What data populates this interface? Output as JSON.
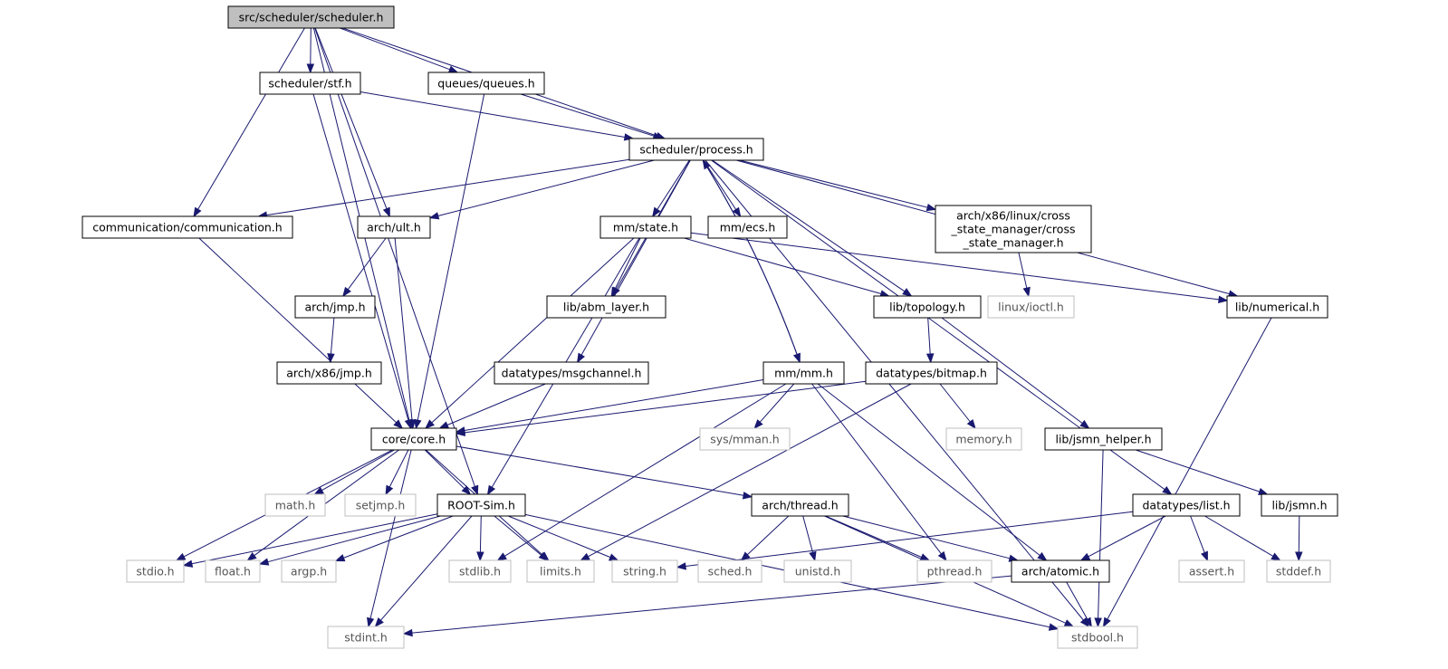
{
  "colors": {
    "root_fill": "#bfbfbf",
    "node_fill": "#ffffff",
    "node_border": "#000000",
    "ext_border": "#bfbfbf",
    "edge": "#191970"
  },
  "nodes": [
    {
      "id": "scheduler",
      "lines": [
        "src/scheduler/scheduler.h"
      ],
      "kind": "root"
    },
    {
      "id": "stf",
      "lines": [
        "scheduler/stf.h"
      ],
      "kind": "normal"
    },
    {
      "id": "queues",
      "lines": [
        "queues/queues.h"
      ],
      "kind": "normal"
    },
    {
      "id": "process",
      "lines": [
        "scheduler/process.h"
      ],
      "kind": "normal"
    },
    {
      "id": "communication",
      "lines": [
        "communication/communication.h"
      ],
      "kind": "normal"
    },
    {
      "id": "ult",
      "lines": [
        "arch/ult.h"
      ],
      "kind": "normal"
    },
    {
      "id": "state",
      "lines": [
        "mm/state.h"
      ],
      "kind": "normal"
    },
    {
      "id": "ecs",
      "lines": [
        "mm/ecs.h"
      ],
      "kind": "normal"
    },
    {
      "id": "csm",
      "lines": [
        "arch/x86/linux/cross",
        "_state_manager/cross",
        "_state_manager.h"
      ],
      "kind": "normal"
    },
    {
      "id": "jmp",
      "lines": [
        "arch/jmp.h"
      ],
      "kind": "normal"
    },
    {
      "id": "abm",
      "lines": [
        "lib/abm_layer.h"
      ],
      "kind": "normal"
    },
    {
      "id": "topology",
      "lines": [
        "lib/topology.h"
      ],
      "kind": "normal"
    },
    {
      "id": "ioctl",
      "lines": [
        "linux/ioctl.h"
      ],
      "kind": "ext"
    },
    {
      "id": "numerical",
      "lines": [
        "lib/numerical.h"
      ],
      "kind": "normal"
    },
    {
      "id": "x86jmp",
      "lines": [
        "arch/x86/jmp.h"
      ],
      "kind": "normal"
    },
    {
      "id": "msgchannel",
      "lines": [
        "datatypes/msgchannel.h"
      ],
      "kind": "normal"
    },
    {
      "id": "mm",
      "lines": [
        "mm/mm.h"
      ],
      "kind": "normal"
    },
    {
      "id": "bitmap",
      "lines": [
        "datatypes/bitmap.h"
      ],
      "kind": "normal"
    },
    {
      "id": "core",
      "lines": [
        "core/core.h"
      ],
      "kind": "normal"
    },
    {
      "id": "sysmman",
      "lines": [
        "sys/mman.h"
      ],
      "kind": "ext"
    },
    {
      "id": "memory",
      "lines": [
        "memory.h"
      ],
      "kind": "ext"
    },
    {
      "id": "jsmnhelper",
      "lines": [
        "lib/jsmn_helper.h"
      ],
      "kind": "normal"
    },
    {
      "id": "math",
      "lines": [
        "math.h"
      ],
      "kind": "ext"
    },
    {
      "id": "setjmp",
      "lines": [
        "setjmp.h"
      ],
      "kind": "ext"
    },
    {
      "id": "rootsim",
      "lines": [
        "ROOT-Sim.h"
      ],
      "kind": "normal"
    },
    {
      "id": "thread",
      "lines": [
        "arch/thread.h"
      ],
      "kind": "normal"
    },
    {
      "id": "list",
      "lines": [
        "datatypes/list.h"
      ],
      "kind": "normal"
    },
    {
      "id": "jsmn",
      "lines": [
        "lib/jsmn.h"
      ],
      "kind": "normal"
    },
    {
      "id": "stdio",
      "lines": [
        "stdio.h"
      ],
      "kind": "ext"
    },
    {
      "id": "float",
      "lines": [
        "float.h"
      ],
      "kind": "ext"
    },
    {
      "id": "argp",
      "lines": [
        "argp.h"
      ],
      "kind": "ext"
    },
    {
      "id": "stdlib",
      "lines": [
        "stdlib.h"
      ],
      "kind": "ext"
    },
    {
      "id": "limits",
      "lines": [
        "limits.h"
      ],
      "kind": "ext"
    },
    {
      "id": "string",
      "lines": [
        "string.h"
      ],
      "kind": "ext"
    },
    {
      "id": "sched",
      "lines": [
        "sched.h"
      ],
      "kind": "ext"
    },
    {
      "id": "unistd",
      "lines": [
        "unistd.h"
      ],
      "kind": "ext"
    },
    {
      "id": "pthread",
      "lines": [
        "pthread.h"
      ],
      "kind": "ext"
    },
    {
      "id": "atomic",
      "lines": [
        "arch/atomic.h"
      ],
      "kind": "normal"
    },
    {
      "id": "assert",
      "lines": [
        "assert.h"
      ],
      "kind": "ext"
    },
    {
      "id": "stddef",
      "lines": [
        "stddef.h"
      ],
      "kind": "ext"
    },
    {
      "id": "stdint",
      "lines": [
        "stdint.h"
      ],
      "kind": "ext"
    },
    {
      "id": "stdbool",
      "lines": [
        "stdbool.h"
      ],
      "kind": "ext"
    }
  ],
  "edges": [
    [
      "scheduler",
      "stf"
    ],
    [
      "scheduler",
      "queues"
    ],
    [
      "scheduler",
      "process"
    ],
    [
      "scheduler",
      "communication"
    ],
    [
      "scheduler",
      "ult"
    ],
    [
      "scheduler",
      "core"
    ],
    [
      "scheduler",
      "rootsim"
    ],
    [
      "stf",
      "process"
    ],
    [
      "stf",
      "core"
    ],
    [
      "queues",
      "process"
    ],
    [
      "queues",
      "core"
    ],
    [
      "process",
      "communication"
    ],
    [
      "process",
      "ult"
    ],
    [
      "process",
      "state"
    ],
    [
      "process",
      "ecs"
    ],
    [
      "process",
      "csm"
    ],
    [
      "process",
      "abm"
    ],
    [
      "process",
      "topology"
    ],
    [
      "process",
      "numerical"
    ],
    [
      "process",
      "msgchannel"
    ],
    [
      "process",
      "mm"
    ],
    [
      "process",
      "list"
    ],
    [
      "process",
      "stdbool"
    ],
    [
      "communication",
      "core"
    ],
    [
      "ult",
      "jmp"
    ],
    [
      "ult",
      "core"
    ],
    [
      "jmp",
      "x86jmp"
    ],
    [
      "state",
      "abm"
    ],
    [
      "state",
      "topology"
    ],
    [
      "state",
      "numerical"
    ],
    [
      "state",
      "core"
    ],
    [
      "state",
      "rootsim"
    ],
    [
      "csm",
      "ioctl"
    ],
    [
      "numerical",
      "stdbool"
    ],
    [
      "topology",
      "bitmap"
    ],
    [
      "topology",
      "jsmnhelper"
    ],
    [
      "msgchannel",
      "core"
    ],
    [
      "mm",
      "process"
    ],
    [
      "mm",
      "core"
    ],
    [
      "mm",
      "sysmman"
    ],
    [
      "mm",
      "stdlib"
    ],
    [
      "mm",
      "pthread"
    ],
    [
      "mm",
      "atomic"
    ],
    [
      "bitmap",
      "core"
    ],
    [
      "bitmap",
      "memory"
    ],
    [
      "bitmap",
      "limits"
    ],
    [
      "jsmnhelper",
      "jsmn"
    ],
    [
      "jsmnhelper",
      "stdbool"
    ],
    [
      "core",
      "math"
    ],
    [
      "core",
      "setjmp"
    ],
    [
      "core",
      "rootsim"
    ],
    [
      "core",
      "thread"
    ],
    [
      "core",
      "stdio"
    ],
    [
      "core",
      "float"
    ],
    [
      "core",
      "limits"
    ],
    [
      "core",
      "stdint"
    ],
    [
      "rootsim",
      "stdio"
    ],
    [
      "rootsim",
      "float"
    ],
    [
      "rootsim",
      "argp"
    ],
    [
      "rootsim",
      "stdlib"
    ],
    [
      "rootsim",
      "limits"
    ],
    [
      "rootsim",
      "string"
    ],
    [
      "rootsim",
      "stdint"
    ],
    [
      "rootsim",
      "stdbool"
    ],
    [
      "thread",
      "sched"
    ],
    [
      "thread",
      "unistd"
    ],
    [
      "thread",
      "pthread"
    ],
    [
      "thread",
      "atomic"
    ],
    [
      "thread",
      "stdbool"
    ],
    [
      "list",
      "string"
    ],
    [
      "list",
      "atomic"
    ],
    [
      "list",
      "assert"
    ],
    [
      "list",
      "stddef"
    ],
    [
      "jsmn",
      "stddef"
    ],
    [
      "atomic",
      "stdint"
    ],
    [
      "atomic",
      "stdbool"
    ]
  ]
}
